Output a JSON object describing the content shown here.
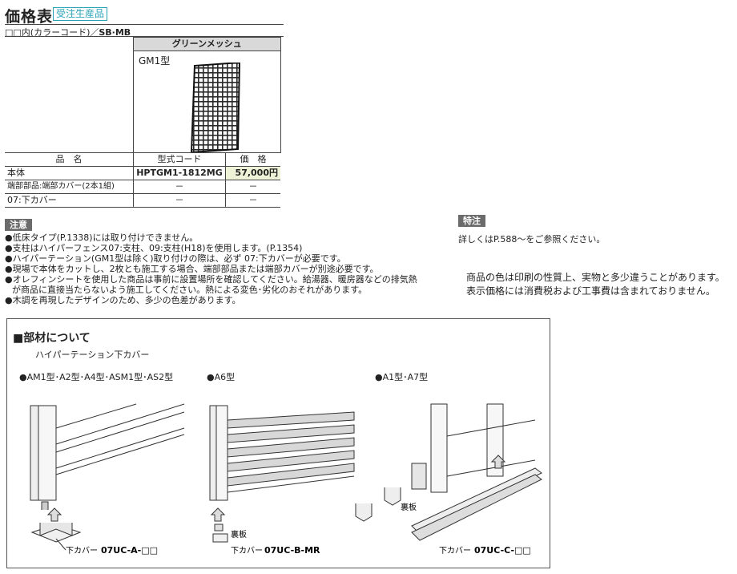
{
  "header": {
    "title": "価格表",
    "badge": "受注生産品"
  },
  "color_code": {
    "prefix": "□□内(カラーコード)／",
    "code": "SB·MB"
  },
  "table": {
    "product_header": "グリーンメッシュ",
    "model_label": "GM1型",
    "col_name": "品　名",
    "col_code": "型式コード",
    "col_price": "価　格",
    "rows": [
      {
        "name": "本体",
        "code": "HPTGM1-1812MG",
        "price": "57,000円"
      },
      {
        "name": "端部部品:端部カバー(2本1組)",
        "code": "－",
        "price": "－"
      },
      {
        "name": "07:下カバー",
        "code": "－",
        "price": "－"
      }
    ]
  },
  "notes": {
    "tag": "注意",
    "items": [
      "●低床タイプ(P.1338)には取り付けできません。",
      "●支柱はハイパーフェンス07:支柱、09:支柱(H18)を使用します。(P.1354)",
      "●ハイパーテーション(GM1型は除く)取り付けの際は、必ず 07:下カバーが必要です。",
      "●現場で本体をカットし、2枚とも施工する場合、端部部品または端部カバーが別途必要です。",
      "●オレフィンシートを使用した商品は事前に設置場所を確認してください。給湯器、暖房器などの排気熱",
      "が商品に直接当たらないよう施工してください。熱による変色･劣化のおそれがあります。",
      "●木調を再現したデザインのため、多少の色差があります。"
    ]
  },
  "special": {
    "tag": "特注",
    "text": "詳しくはP.588～をご参照ください。"
  },
  "disclaimer": {
    "line1": "商品の色は印刷の性質上、実物と多少違うことがあります。",
    "line2": "表示価格には消費税および工事費は含まれておりません。"
  },
  "parts": {
    "title": "■部材について",
    "subtitle": "ハイパーテーション下カバー",
    "groups": [
      {
        "caption": "●AM1型･A2型･A4型･ASM1型･AS2型",
        "label_prefix": "下カバー",
        "label_code": "07UC-A-□□"
      },
      {
        "caption": "●A6型",
        "label_prefix": "下カバー",
        "label_code": "07UC-B-MR",
        "ura": "裏板"
      },
      {
        "caption": "●A1型･A7型",
        "label_prefix": "下カバー",
        "label_code": "07UC-C-□□",
        "ura": "裏板"
      }
    ]
  }
}
